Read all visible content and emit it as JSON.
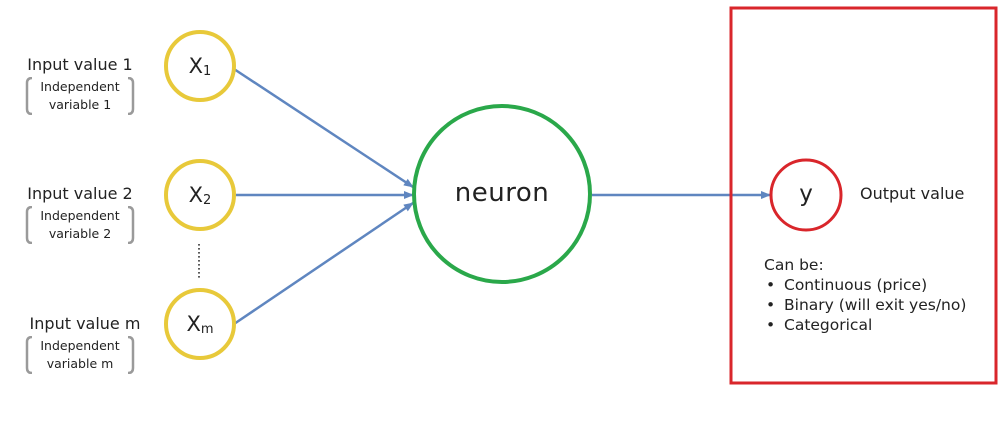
{
  "inputs": [
    {
      "label": "Input value 1",
      "symbol": "X",
      "subscript": "1",
      "bracket_line1": "Independent",
      "bracket_line2": "variable 1"
    },
    {
      "label": "Input value 2",
      "symbol": "X",
      "subscript": "2",
      "bracket_line1": "Independent",
      "bracket_line2": "variable 2"
    },
    {
      "label": "Input value m",
      "symbol": "X",
      "subscript": "m",
      "bracket_line1": "Independent",
      "bracket_line2": "variable m"
    }
  ],
  "neuron": {
    "label": "neuron"
  },
  "output": {
    "symbol": "y",
    "label": "Output value",
    "can_be_title": "Can be:",
    "can_be_items": [
      "Continuous (price)",
      "Binary (will exit yes/no)",
      "Categorical"
    ]
  },
  "colors": {
    "input_node": "#e8c93a",
    "neuron_node": "#2aa84a",
    "output_node": "#d9262b",
    "arrow": "#5f86c0",
    "highlight_box": "#d9262b",
    "bracket": "#9a9a9a",
    "ellipsis": "#333333"
  }
}
